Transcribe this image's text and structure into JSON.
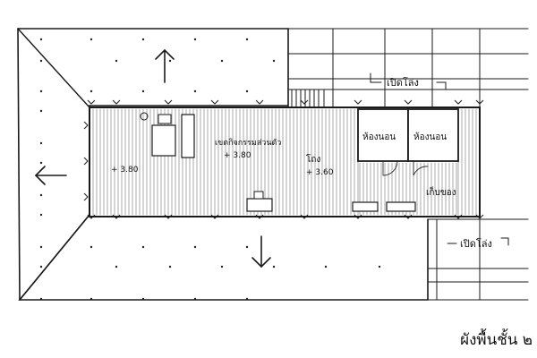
{
  "diagram": {
    "title": "ผังพื้นชั้น ๒",
    "labels": {
      "open_air_top": "เปิดโล่ง",
      "open_air_bottom": "เปิดโล่ง",
      "living_area": "เขตกิจกรรมส่วนตัว",
      "living_level": "+ 3.80",
      "left_level": "+ 3.80",
      "hall": "โถง",
      "hall_level": "+ 3.60",
      "bedroom_1": "ห้องนอน",
      "bedroom_2": "ห้องนอน",
      "storage": "เก็บของ"
    }
  }
}
